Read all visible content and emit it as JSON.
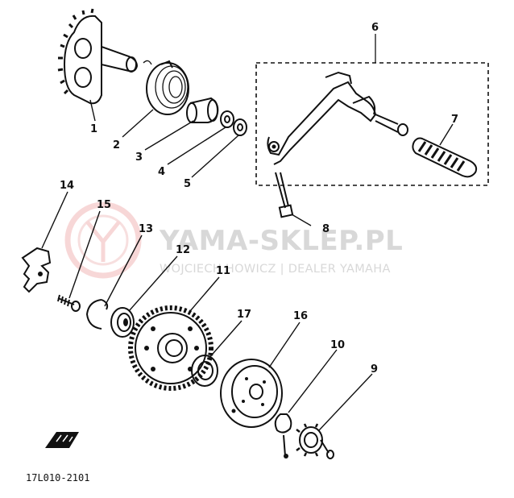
{
  "watermark": {
    "brand": "YAMA-SKLEP.PL",
    "dealer": "WOJCIECH HOWICZ | DEALER YAMAHA"
  },
  "callouts": {
    "c1": "1",
    "c2": "2",
    "c3": "3",
    "c4": "4",
    "c5": "5",
    "c6": "6",
    "c7": "7",
    "c8": "8",
    "c9": "9",
    "c10": "10",
    "c11": "11",
    "c12": "12",
    "c13": "13",
    "c14": "14",
    "c15": "15",
    "c16": "16",
    "c17": "17"
  },
  "diagram_code": "17L010-2101",
  "icons": {
    "front_arrow": "front-direction-icon",
    "logo": "yamaha-tuning-fork-logo-icon"
  }
}
